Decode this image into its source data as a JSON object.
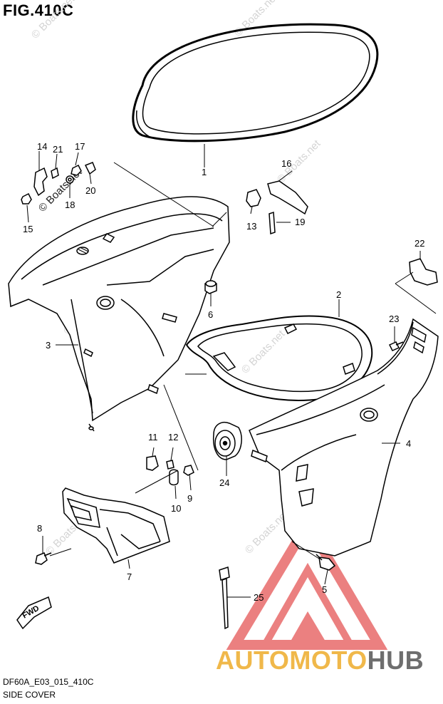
{
  "header": {
    "figure": "FIG.410C"
  },
  "footer": {
    "code": "DF60A_E03_015_410C",
    "name": "SIDE COVER"
  },
  "fwd_arrow": {
    "label": "FWD"
  },
  "watermark": {
    "text": "© Boats.net"
  },
  "brand": {
    "part1": "AUTOMOTO",
    "part2": "HUB",
    "color_primary": "#f0b84a",
    "color_secondary": "#6e6e6e",
    "logo_color": "#e86a6a"
  },
  "callouts": {
    "c1": "1",
    "c2": "2",
    "c3": "3",
    "c4": "4",
    "c5": "5",
    "c6": "6",
    "c7": "7",
    "c8": "8",
    "c9": "9",
    "c10": "10",
    "c11": "11",
    "c12": "12",
    "c13": "13",
    "c14": "14",
    "c15": "15",
    "c16": "16",
    "c17": "17",
    "c18": "18",
    "c19": "19",
    "c20": "20",
    "c21": "21",
    "c22": "22",
    "c23": "23",
    "c24": "24",
    "c25": "25"
  }
}
